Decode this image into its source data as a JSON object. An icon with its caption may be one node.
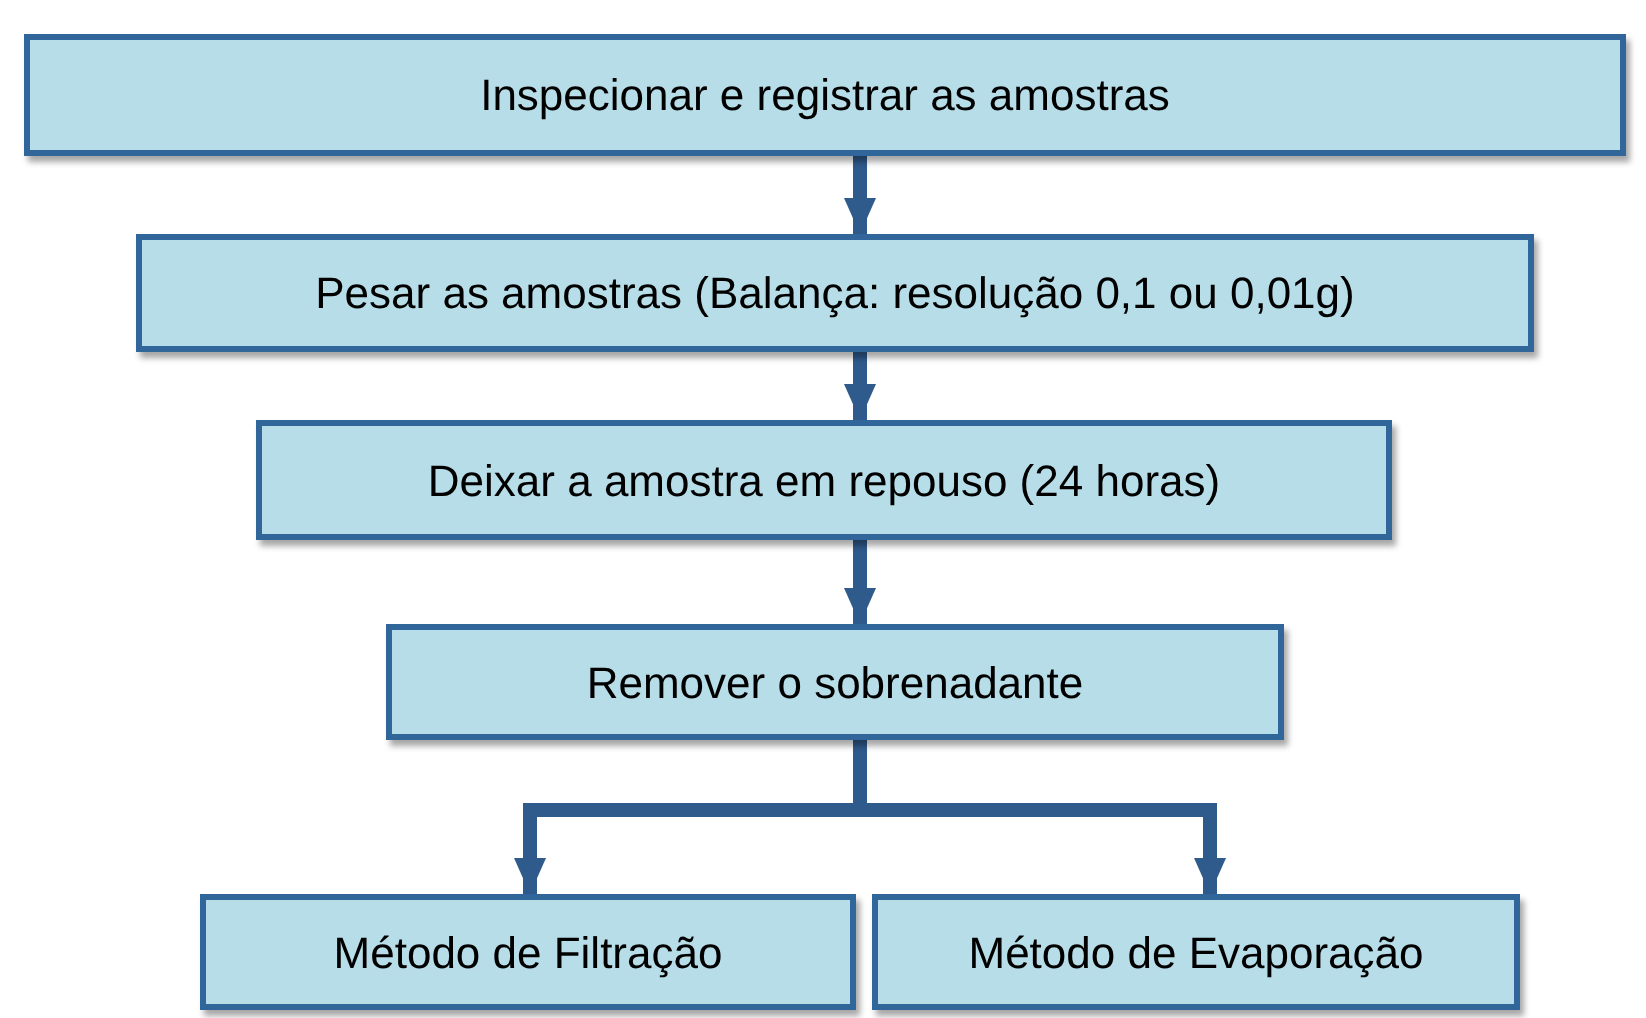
{
  "diagram": {
    "nodes": [
      {
        "text": [
          "Inspecionar e registrar as amostras"
        ]
      },
      {
        "text": [
          "Pesar as amostras (Balança: resolução 0,1 ou 0,01g)"
        ]
      },
      {
        "text": [
          "Deixar a amostra em repouso (24 horas)"
        ]
      },
      {
        "text": [
          "Remover o sobrenadante"
        ]
      },
      {
        "text": [
          "Método de Filtração"
        ]
      },
      {
        "text": [
          "Método de Evaporação"
        ]
      }
    ],
    "edges": [
      {
        "from": 0,
        "to": 1,
        "arrow": "to"
      },
      {
        "from": 1,
        "to": 2,
        "arrow": "to"
      },
      {
        "from": 2,
        "to": 3,
        "arrow": "to"
      },
      {
        "from": 3,
        "to": 4,
        "arrow": "to"
      },
      {
        "from": 3,
        "to": 5,
        "arrow": "to"
      }
    ]
  }
}
